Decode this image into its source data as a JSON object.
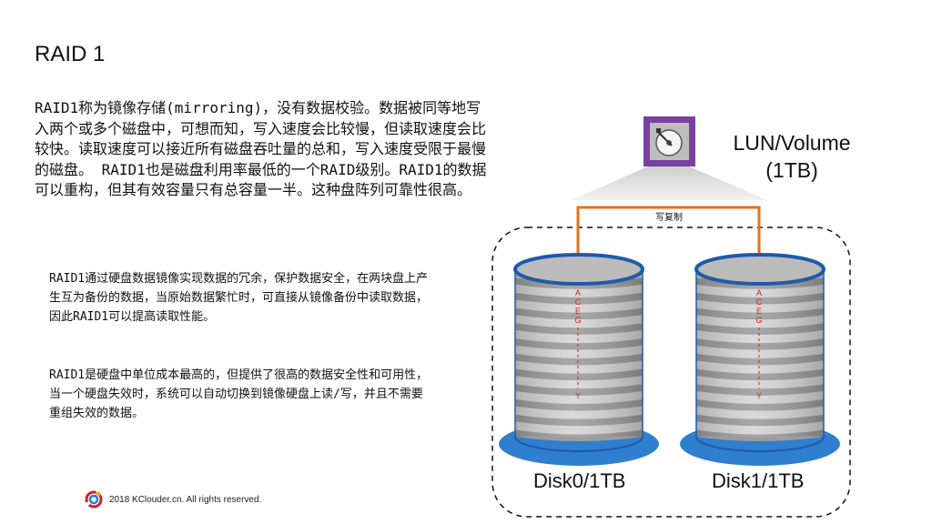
{
  "page": {
    "title": "RAID 1",
    "paragraphs": [
      "RAID1称为镜像存储(mirroring)，没有数据校验。数据被同等地写入两个或多个磁盘中，可想而知，写入速度会比较慢，但读取速度会比较快。读取速度可以接近所有磁盘吞吐量的总和，写入速度受限于最慢的磁盘。 RAID1也是磁盘利用率最低的一个RAID级别。RAID1的数据可以重构，但其有效容量只有总容量一半。这种盘阵列可靠性很高。",
      "RAID1通过硬盘数据镜像实现数据的冗余，保护数据安全，在两块盘上产生互为备份的数据，当原始数据繁忙时，可直接从镜像备份中读取数据，因此RAID1可以提高读取性能。",
      "RAID1是硬盘中单位成本最高的，但提供了很高的数据安全性和可用性，当一个硬盘失效时，系统可以自动切换到镜像硬盘上读/写，并且不需要重组失效的数据。"
    ],
    "footer": "2018 KClouder.cn. All rights reserved."
  },
  "diagram": {
    "lun_label_line1": "LUN/Volume",
    "lun_label_line2": "(1TB)",
    "write_copy_label": "写复制",
    "disks": [
      {
        "label": "Disk0/1TB",
        "letters": [
          "A",
          "C",
          "E",
          "G"
        ],
        "end_letter": "Y"
      },
      {
        "label": "Disk1/1TB",
        "letters": [
          "A",
          "C",
          "E",
          "G"
        ],
        "end_letter": "Y"
      }
    ],
    "colors": {
      "lun_border": "#7a3fa0",
      "arrow": "#e8701a",
      "disk_rim": "#1f5aa8",
      "disk_base": "#2f7fd0",
      "stripe_dark": "#9d9d9d",
      "stripe_light": "#d6d6d6",
      "letters": "#d42020"
    }
  }
}
